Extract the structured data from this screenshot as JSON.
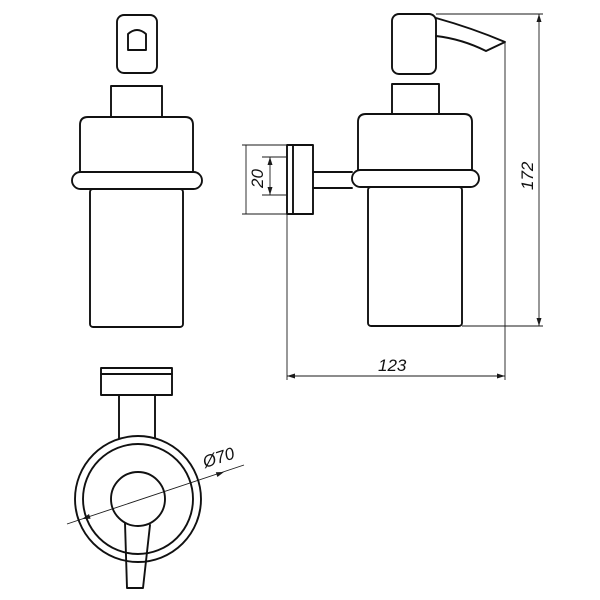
{
  "dimensions": {
    "bracket_height": "20",
    "total_height": "172",
    "projection": "123",
    "diameter": "Ø70"
  },
  "colors": {
    "line": "#111111",
    "background": "#ffffff"
  }
}
